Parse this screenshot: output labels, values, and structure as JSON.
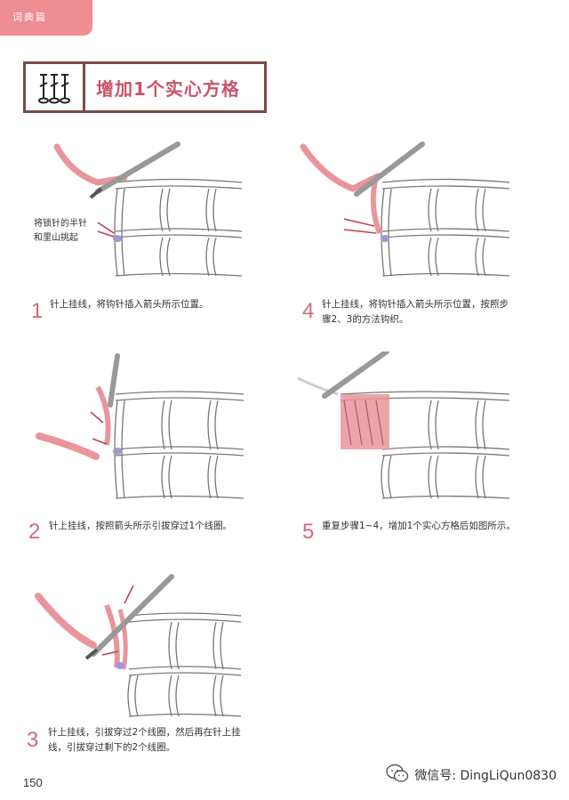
{
  "header": {
    "tab_label": "词典篇"
  },
  "title": {
    "text": "增加1个实心方格"
  },
  "annotation": {
    "text": "将锁针的半针\n和里山挑起"
  },
  "steps": [
    {
      "num": "1",
      "text": "针上挂线，将钩针插入箭头所示位置。"
    },
    {
      "num": "2",
      "text": "针上挂线，按照箭头所示引拔穿过1个线圈。"
    },
    {
      "num": "3",
      "text": "针上挂线，引拔穿过2个线圈，然后再在针上挂\n线，引拔穿过剩下的2个线圈。"
    },
    {
      "num": "4",
      "text": "针上挂线，将钩针插入箭头所示位置，按照步\n骤2、3的方法钩织。"
    },
    {
      "num": "5",
      "text": "重复步骤1~4，增加1个实心方格后如图所示。"
    }
  ],
  "footer": {
    "page_number": "150",
    "wechat": "微信号: DingLiQun0830"
  },
  "colors": {
    "tab": "#ee8d92",
    "title_text": "#c9546a",
    "step_number": "#d06a7c",
    "yarn": "#e8959b",
    "border": "#7a4a45"
  }
}
